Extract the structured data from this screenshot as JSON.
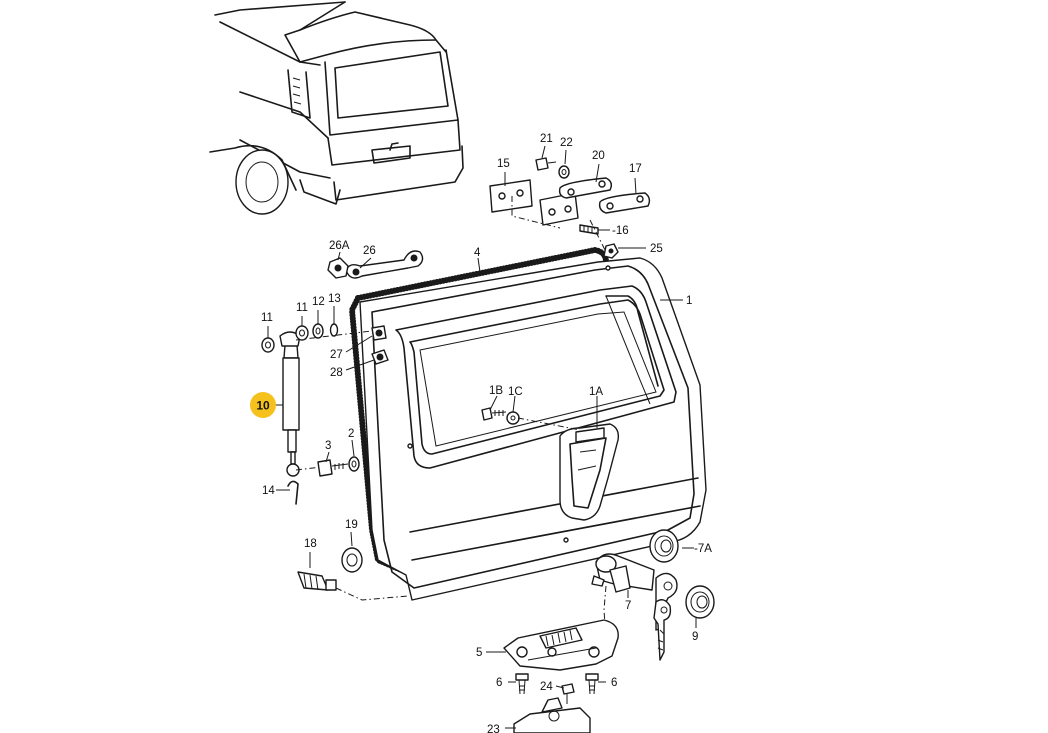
{
  "highlight": {
    "label": "10",
    "color": "#f5c11c"
  },
  "labels": {
    "p1": "1",
    "p1A": "1A",
    "p1B": "1B",
    "p1C": "1C",
    "p2": "2",
    "p4": "4",
    "p5": "5",
    "p6a": "6",
    "p6b": "6",
    "p7": "7",
    "p7A": "-7A",
    "p9": "9",
    "p11a": "11",
    "p11b": "11",
    "p12": "12",
    "p13": "13",
    "p14": "14",
    "p15": "15",
    "p16": "-16",
    "p17": "17",
    "p18": "18",
    "p19": "19",
    "p20": "20",
    "p21": "21",
    "p22": "22",
    "p23": "23",
    "p24": "24",
    "p25": "25",
    "p26": "26",
    "p26A": "26A",
    "p27": "27",
    "p28": "28"
  }
}
